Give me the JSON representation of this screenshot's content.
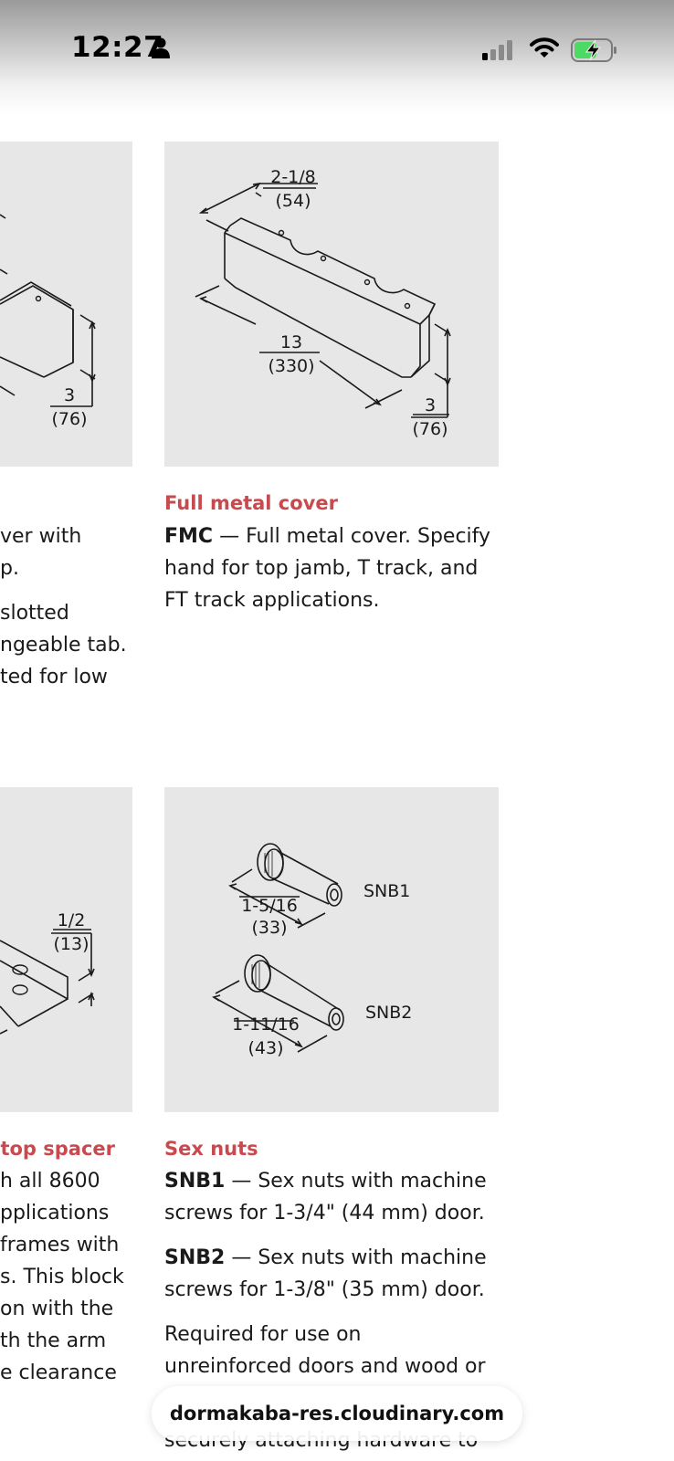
{
  "status_bar": {
    "time": "12:27",
    "icons": [
      "person-icon",
      "cellular-signal-icon",
      "wifi-icon",
      "battery-charging-icon"
    ],
    "battery_color": "#4cd964"
  },
  "accent_color": "#c94a4e",
  "top_left": {
    "dim_3": "3",
    "dim_76": "(76)",
    "fragments": [
      "ver with",
      "p.",
      "slotted",
      "ngeable tab.",
      "ted for low"
    ]
  },
  "fmc": {
    "heading": "Full metal cover",
    "code": "FMC",
    "desc_line1": " — Full metal cover. Specify",
    "desc_line2": "hand for top jamb, T track, and",
    "desc_line3": "FT track applications.",
    "dims": {
      "width_in": "2-1/8",
      "width_mm": "(54)",
      "length_in": "13",
      "length_mm": "(330)",
      "height_in": "3",
      "height_mm": "(76)"
    }
  },
  "bottom_left": {
    "dim_in": "1/2",
    "dim_mm": "(13)",
    "heading_fragment": "top spacer",
    "fragments": [
      "h all 8600",
      "pplications",
      "frames with",
      "s. This block",
      "on with the",
      "th the arm",
      "e clearance"
    ]
  },
  "sex_nuts": {
    "heading": "Sex nuts",
    "snb1_code": "SNB1",
    "snb1_desc1": " — Sex nuts with machine",
    "snb1_desc2": "screws for 1-3/4\" (44 mm) door.",
    "snb2_code": "SNB2",
    "snb2_desc1": " — Sex nuts with machine",
    "snb2_desc2": "screws for 1-3/8\" (35 mm) door.",
    "req_line1": "Required for use on",
    "req_line2": "unreinforced doors and wood or",
    "dims": {
      "snb1_label": "SNB1",
      "snb1_in": "1-5/16",
      "snb1_mm": "(33)",
      "snb2_label": "SNB2",
      "snb2_in": "1-11/16",
      "snb2_mm": "(43)"
    }
  },
  "browser": {
    "url": "dormakaba-res.cloudinary.com",
    "partial_line": "securely attaching hardware to"
  }
}
